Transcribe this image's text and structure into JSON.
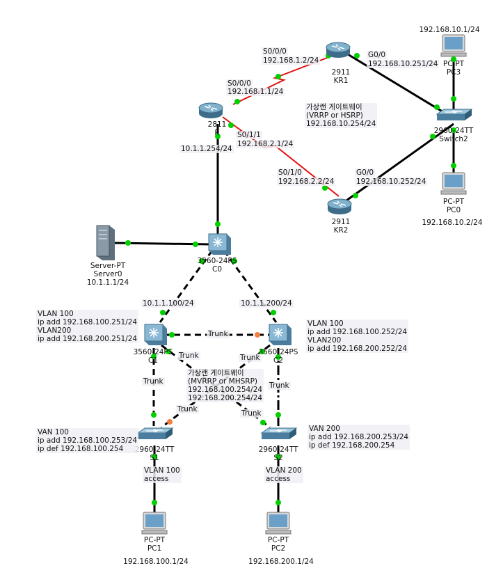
{
  "devices": {
    "kr1": {
      "model": "2911",
      "name": "KR1"
    },
    "r": {
      "model": "2811",
      "name": "R"
    },
    "kr2": {
      "model": "2911",
      "name": "KR2"
    },
    "switch2": {
      "model": "2960-24TT",
      "name": "Switch2"
    },
    "pc3": {
      "model": "PC-PT",
      "name": "PC3",
      "ip": "192.168.10.1/24"
    },
    "pc0": {
      "model": "PC-PT",
      "name": "PC0",
      "ip": "192.168.10.2/24"
    },
    "server0": {
      "model": "Server-PT",
      "name": "Server0",
      "ip": "10.1.1.1/24"
    },
    "c0": {
      "model": "3560-24PS",
      "name": "C0"
    },
    "c1": {
      "model": "3560-24PS",
      "name": "C1"
    },
    "c2": {
      "model": "3560-24PS",
      "name": "C2"
    },
    "s1": {
      "model": "2960-24TT",
      "name": "S1"
    },
    "s2": {
      "model": "2960-24TT",
      "name": "S2"
    },
    "pc1": {
      "model": "PC-PT",
      "name": "PC1",
      "ip": "192.168.100.1/24"
    },
    "pc2": {
      "model": "PC-PT",
      "name": "PC2",
      "ip": "192.168.200.1/24"
    }
  },
  "interfaces": {
    "kr1_s000": "S0/0/0",
    "kr1_s000_ip": "192.168.1.2/24",
    "kr1_g00": "G0/0",
    "kr1_g00_ip": "192.168.10.251/24",
    "r_s000": "S0/0/0",
    "r_s000_ip": "192.168.1.1/24",
    "r_s011": "S0/1/1",
    "r_s011_ip": "192.168.2.1/24",
    "r_lan_ip": "10.1.1.254/24",
    "kr2_s010": "S0/1/0",
    "kr2_s010_ip": "192.168.2.2/24",
    "kr2_g00": "G0/0",
    "kr2_g00_ip": "192.168.10.252/24",
    "c1_uplink_ip": "10.1.1.100/24",
    "c2_uplink_ip": "10.1.1.200/24"
  },
  "notes": {
    "vgw_top": "가상랜 게이트웨이\n(VRRP or HSRP)\n192.168.10.254/24",
    "vgw_bottom": "가상랜 게이트웨이\n(MVRRP or MHSRP)\n192.168.100.254/24\n192.168.200.254/24",
    "c1_config": "VLAN 100\nip add 192.168.100.251/24\nVLAN200\nip add 192.168.200.251/24",
    "c2_config": "VLAN 100\nip add 192.168.100.252/24\nVLAN200\nip add 192.168.200.252/24",
    "s1_config": "VAN 100\nip add 192.168.100.253/24\nip def 192.168.100.254",
    "s2_config": "VAN 200\nip add 192.168.200.253/24\nip def 192.168.200.254",
    "s1_access": "VLAN 100\naccess",
    "s2_access": "VLAN 200\naccess"
  },
  "links": {
    "trunk": "Trunk"
  },
  "colors": {
    "link_up": "#00d000",
    "link_blocked": "#f08040",
    "serial": "#e01010",
    "cable": "#000000",
    "device_blue": "#5a8fb0"
  }
}
